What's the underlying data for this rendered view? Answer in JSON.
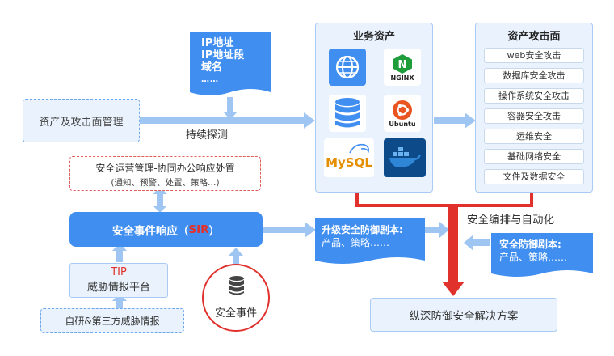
{
  "ip_doc": {
    "line1": "IP地址",
    "line2": "IP地址段",
    "line3": "域名",
    "line4": "……"
  },
  "asset_mgmt": {
    "label": "资产及攻击面管理"
  },
  "continuous_probe": {
    "label": "持续探测"
  },
  "business_assets": {
    "title": "业务资产",
    "tiles": [
      {
        "name": "globe-icon"
      },
      {
        "name": "nginx-logo",
        "text": "NGINX"
      },
      {
        "name": "database-icon"
      },
      {
        "name": "ubuntu-logo",
        "text": "Ubuntu"
      },
      {
        "name": "mysql-logo",
        "text": "MySQL"
      },
      {
        "name": "docker-logo"
      }
    ]
  },
  "attack_surface": {
    "title": "资产攻击面",
    "items": [
      "web安全攻击",
      "数据库安全攻击",
      "操作系统安全攻击",
      "容器安全攻击",
      "运维安全",
      "基础网络安全",
      "文件及数据安全"
    ]
  },
  "sec_ops": {
    "line1": "安全运营管理-协同办公响应处置",
    "line2": "(通知、预警、处置、策略…)"
  },
  "sir": {
    "prefix": "安全事件响应（",
    "highlight": "SIR",
    "suffix": "）"
  },
  "upgrade_playbook": {
    "line1": "升级安全防御剧本:",
    "line2": "产品、策略……"
  },
  "orchestration": {
    "label": "安全编排与自动化"
  },
  "defense_playbook": {
    "line1": "安全防御剧本:",
    "line2": "产品、策略……"
  },
  "tip": {
    "line1": "TIP",
    "line2": "威胁情报平台"
  },
  "threat_intel": {
    "label": "自研&第三方威胁情报"
  },
  "security_event": {
    "label": "安全事件"
  },
  "solution": {
    "label": "纵深防御安全解决方案"
  },
  "colors": {
    "blue": "#3f8ef0",
    "red": "#e0312d",
    "light_arrow": "#9fc6f3"
  }
}
